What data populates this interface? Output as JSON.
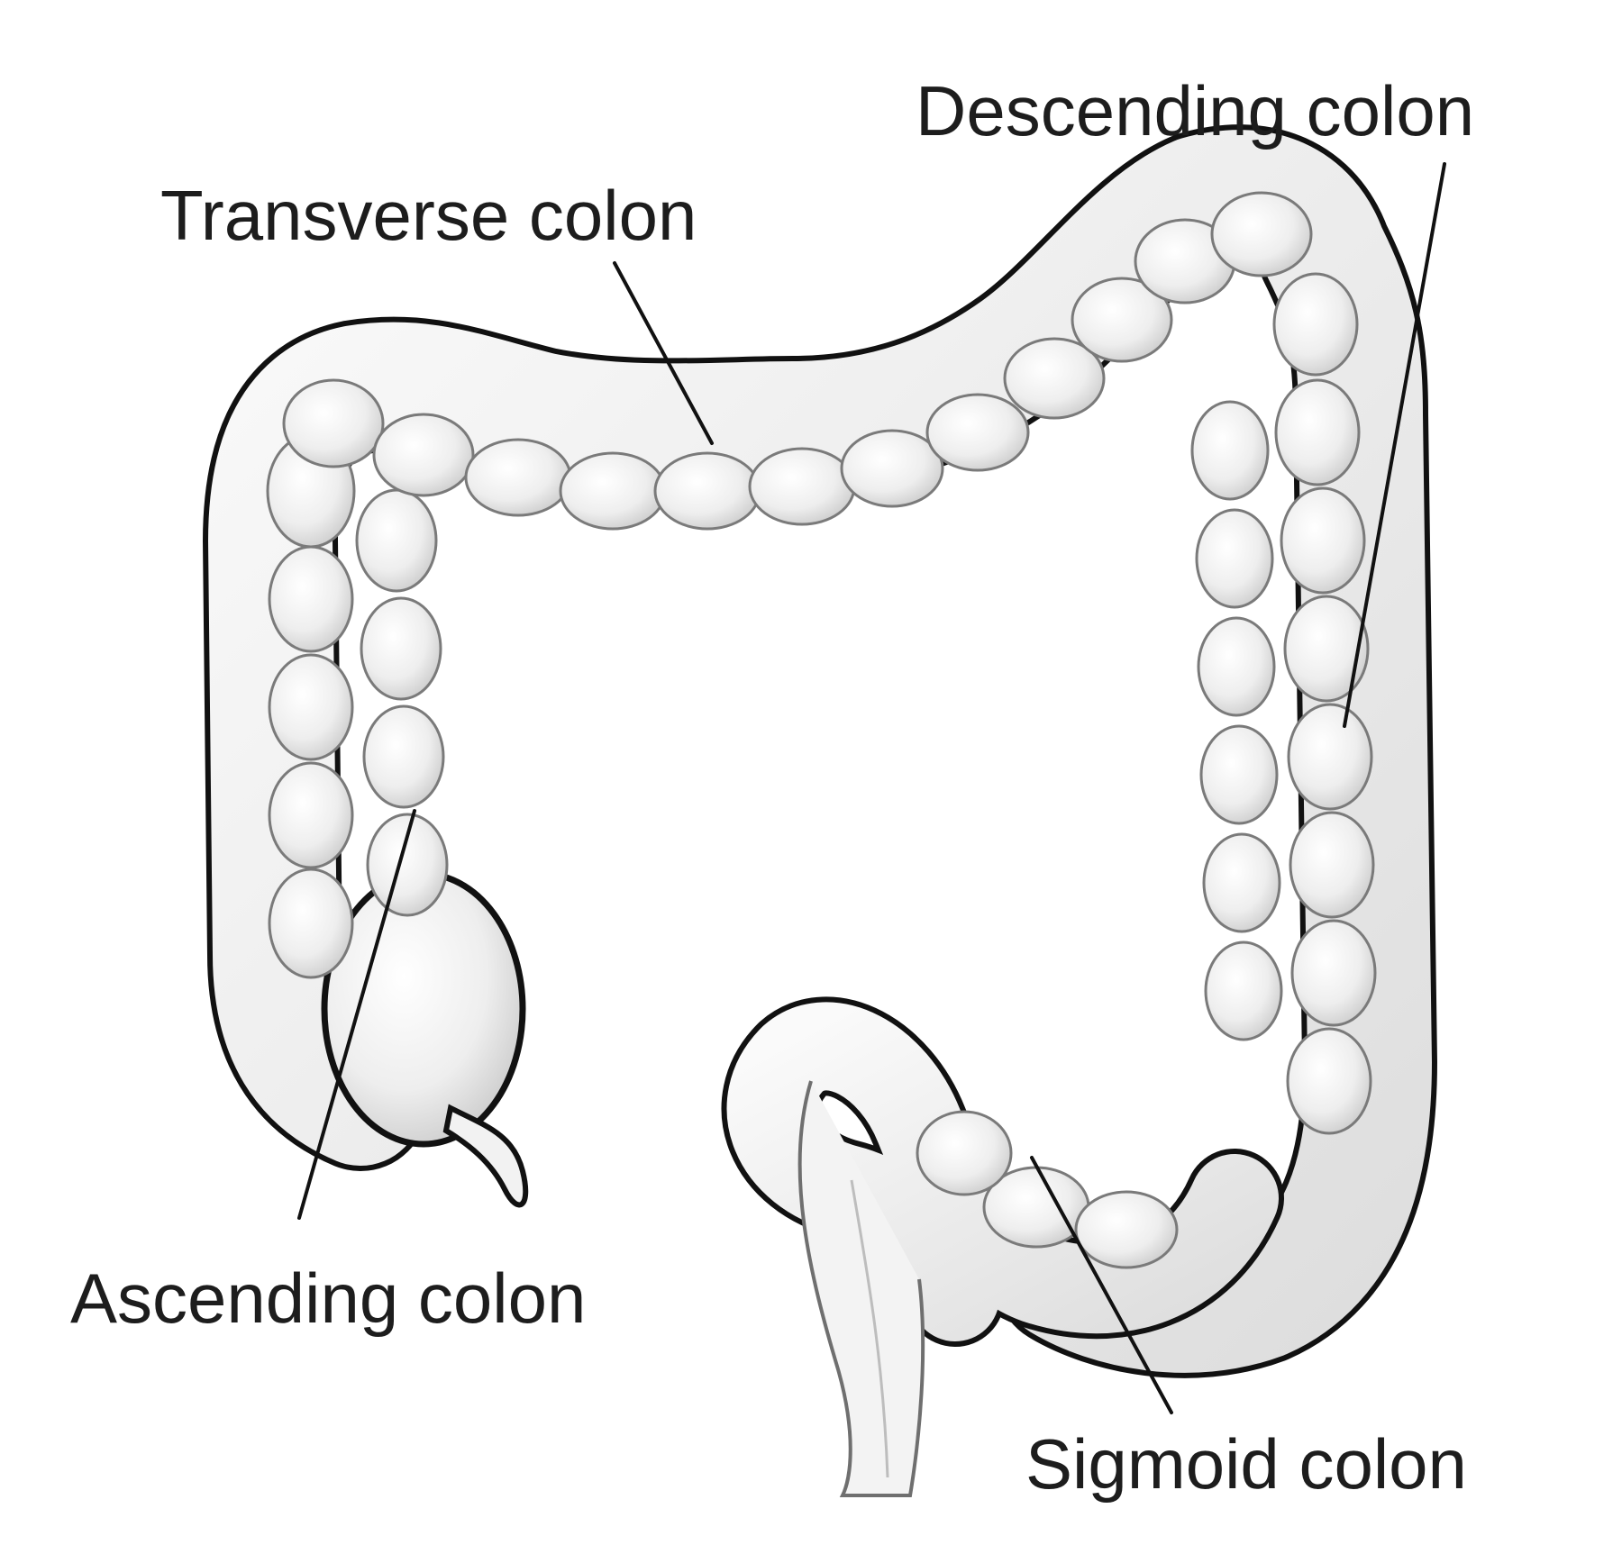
{
  "labels": {
    "transverse": "Transverse colon",
    "descending": "Descending colon",
    "ascending": "Ascending colon",
    "sigmoid": "Sigmoid colon"
  },
  "colors": {
    "background": "#ffffff",
    "outline": "#111111",
    "fill": "#f4f4f4",
    "shading": "#bdbdbd",
    "text": "#1d1d1d"
  }
}
